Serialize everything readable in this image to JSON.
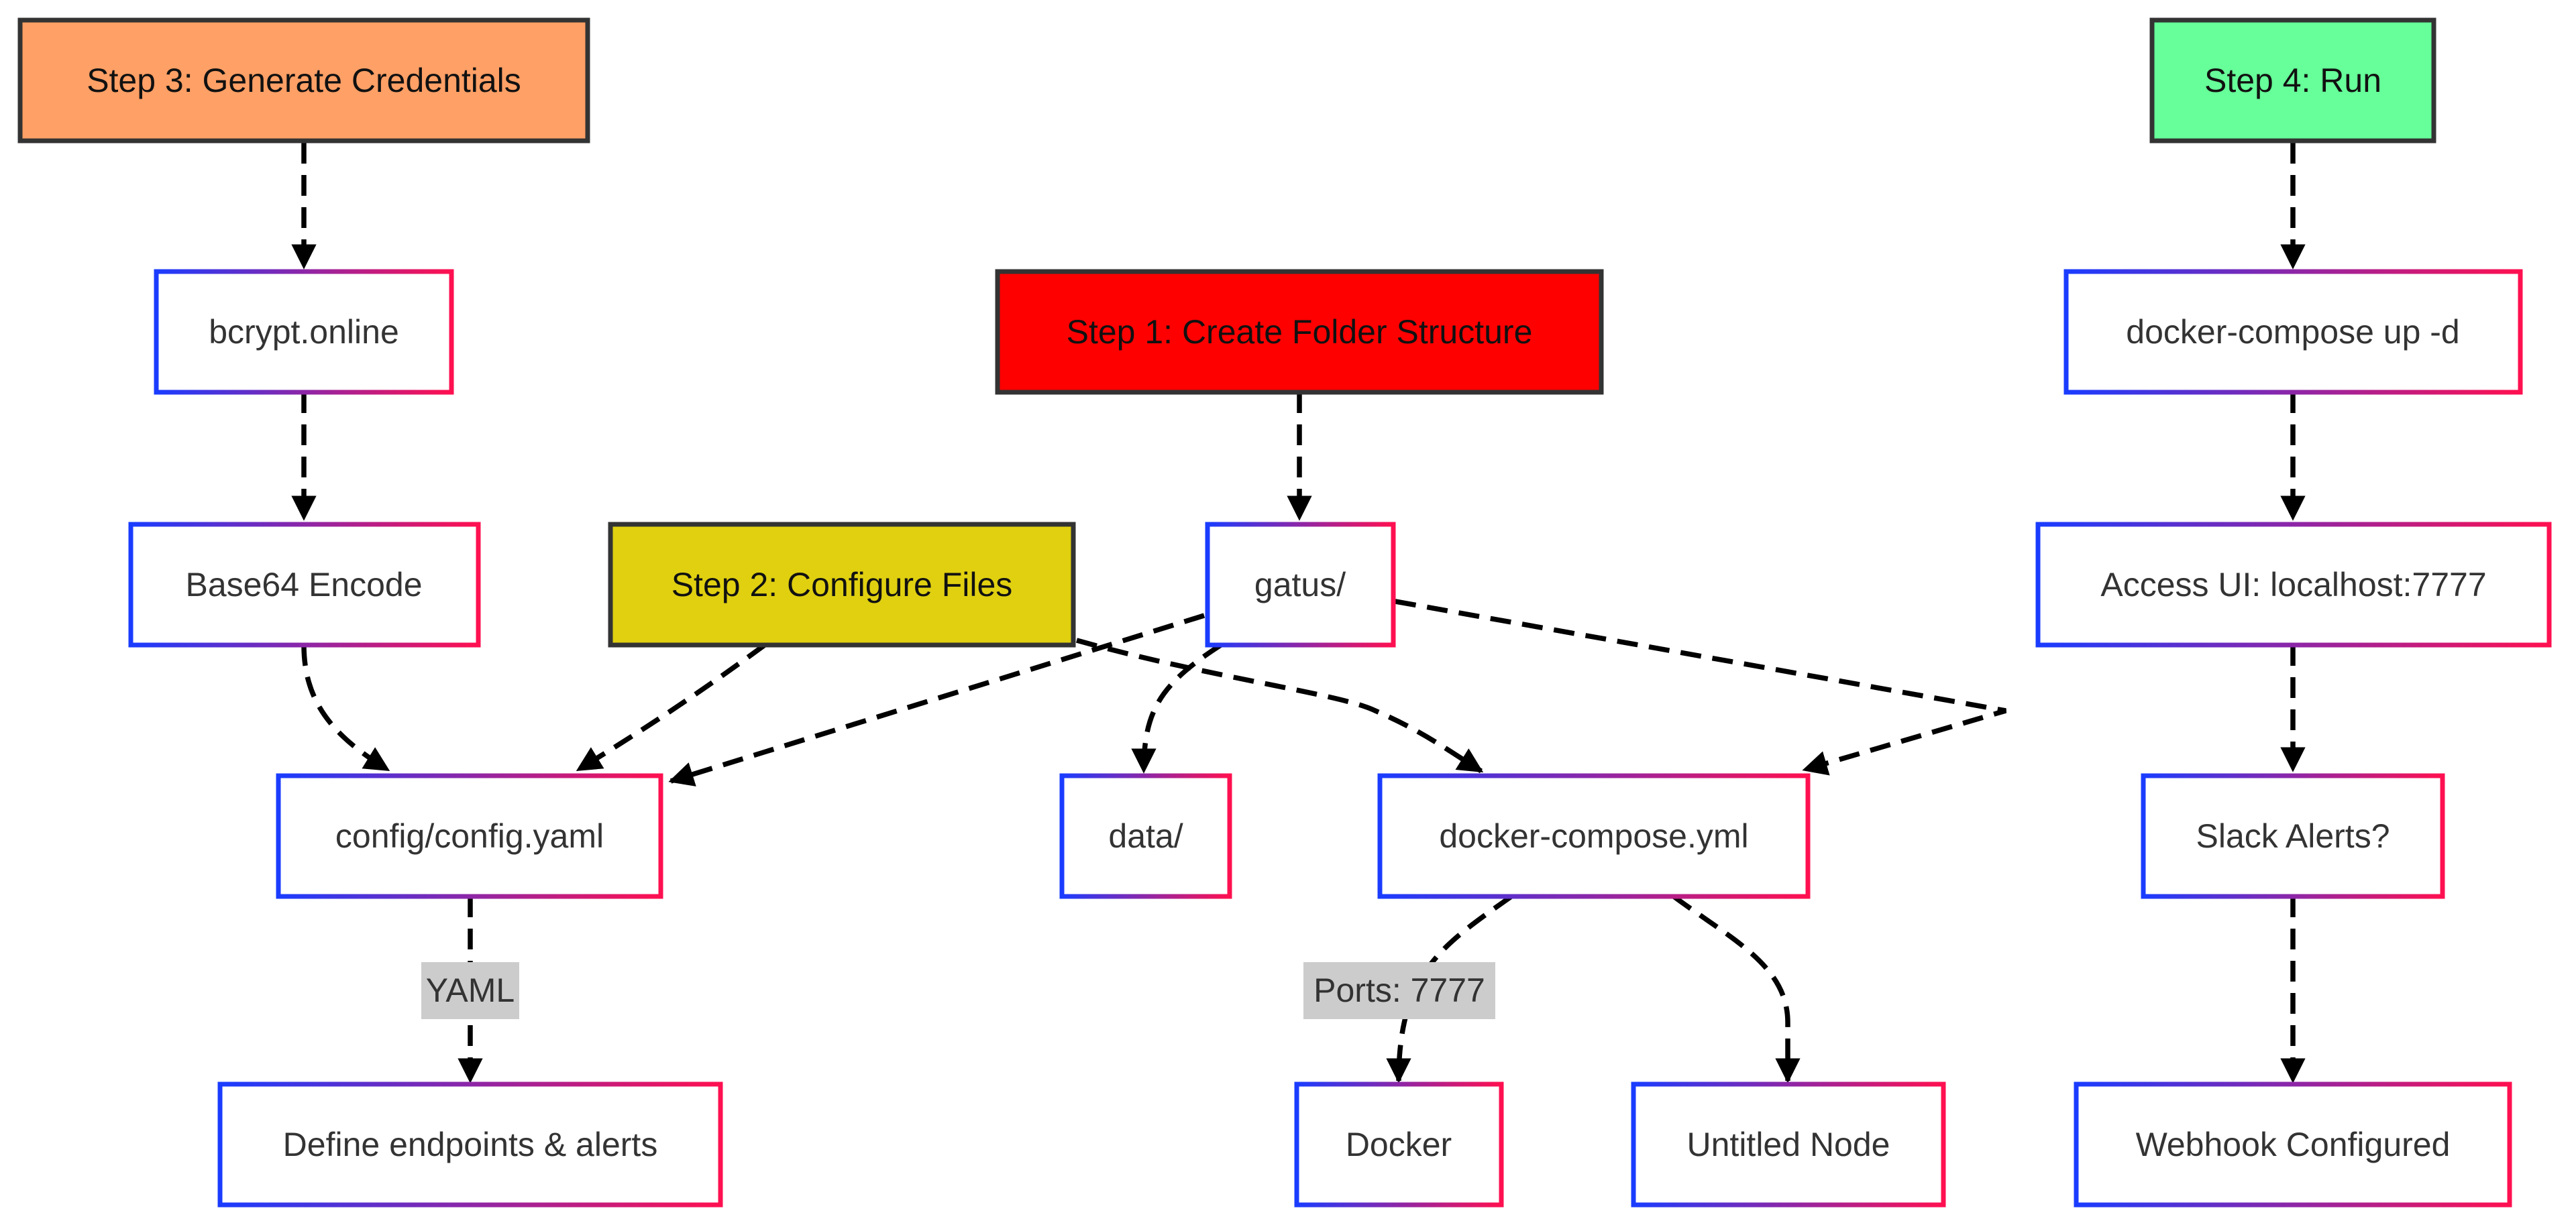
{
  "diagram": {
    "steps": {
      "step1": {
        "label": "Step 1: Create Folder Structure",
        "color": "#ff0000"
      },
      "step2": {
        "label": "Step 2: Configure Files",
        "color": "#e0d010"
      },
      "step3": {
        "label": "Step 3: Generate Credentials",
        "color": "#ffa066"
      },
      "step4": {
        "label": "Step 4: Run",
        "color": "#66ff99"
      }
    },
    "nodes": {
      "bcrypt": "bcrypt.online",
      "base64": "Base64 Encode",
      "config_yaml": "config/config.yaml",
      "define_endpoints": "Define endpoints & alerts",
      "gatus": "gatus/",
      "data": "data/",
      "docker_compose_yml": "docker-compose.yml",
      "docker": "Docker",
      "untitled": "Untitled Node",
      "compose_up": "docker-compose up -d",
      "access_ui": "Access UI: localhost:7777",
      "slack_alerts": "Slack Alerts?",
      "webhook": "Webhook Configured"
    },
    "edge_labels": {
      "yaml": "YAML",
      "ports": "Ports: 7777"
    },
    "colors": {
      "node_border_start": "#1a3cff",
      "node_border_end": "#ff1050",
      "step_border": "#333333",
      "edge": "#000000",
      "edge_label_bg": "#cccccc"
    }
  }
}
